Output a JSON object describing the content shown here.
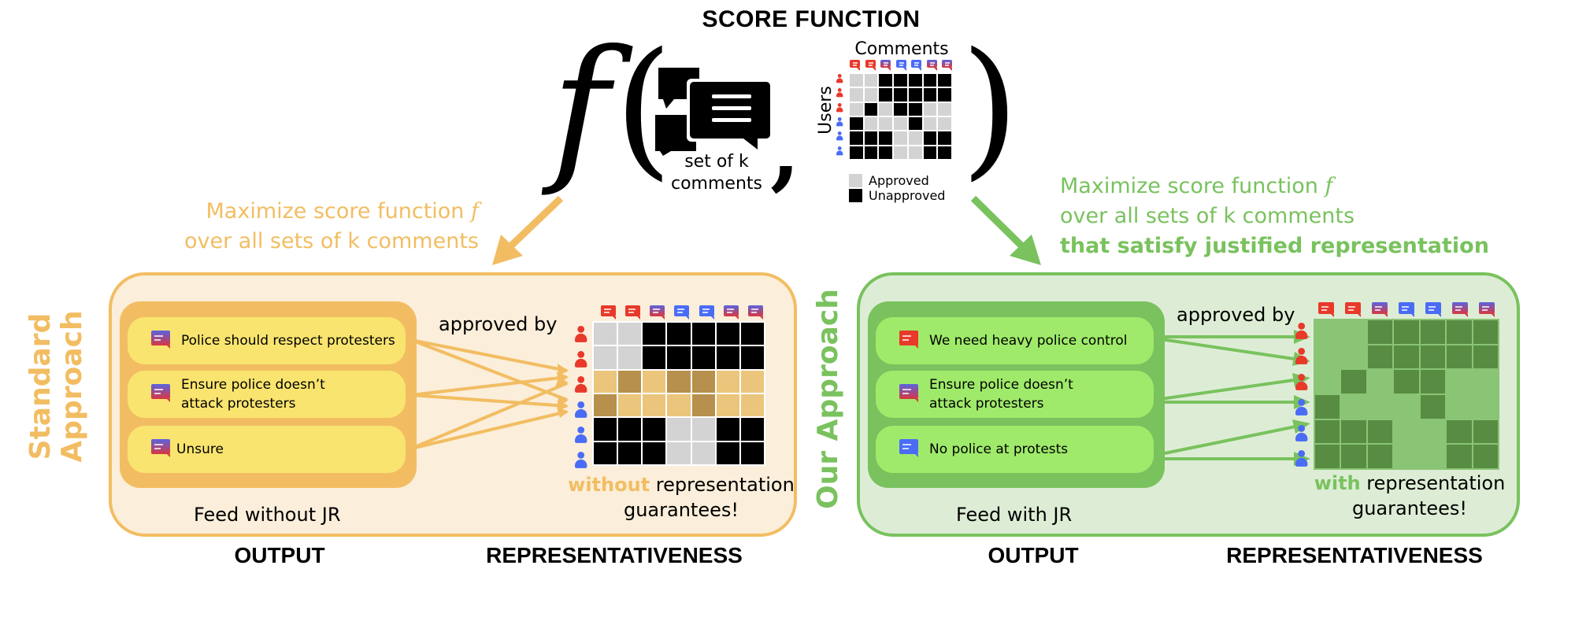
{
  "header": {
    "title": "SCORE FUNCTION",
    "function_symbol": "f",
    "open_paren": "(",
    "close_paren": ")",
    "comma": ",",
    "comments_set_label_line1": "set of k",
    "comments_set_label_line2": "comments",
    "matrix_title": "Comments",
    "matrix_axis_label": "Users",
    "legend": [
      {
        "label": "Approved",
        "color": "#D3D3D3"
      },
      {
        "label": "Unapproved",
        "color": "#000000"
      }
    ]
  },
  "colors": {
    "red": "#E8392A",
    "blue": "#4A6CF5",
    "purple_top": "#5A63E0",
    "purple_bottom": "#D9373F",
    "approved": "#D3D3D3",
    "unapproved": "#000000",
    "orange": "#F2BD62",
    "green": "#79C25E",
    "orange_highlight_approved": "#EBC57C",
    "orange_highlight_unapproved": "#B8904D",
    "green_approved": "#8AC475",
    "green_unapproved": "#578C42"
  },
  "approval_matrix": {
    "comment_groups": [
      "red",
      "red",
      "purple",
      "blue",
      "blue",
      "purple",
      "purple"
    ],
    "user_groups": [
      "red",
      "red",
      "red",
      "blue",
      "blue",
      "blue"
    ],
    "rows": [
      [
        1,
        1,
        0,
        0,
        0,
        0,
        0
      ],
      [
        1,
        1,
        0,
        0,
        0,
        0,
        0
      ],
      [
        1,
        0,
        1,
        0,
        0,
        1,
        1
      ],
      [
        0,
        1,
        1,
        1,
        0,
        1,
        1
      ],
      [
        0,
        0,
        0,
        1,
        1,
        0,
        0
      ],
      [
        0,
        0,
        0,
        1,
        1,
        0,
        0
      ]
    ]
  },
  "standard": {
    "instruction_line1": "Maximize score function ",
    "instruction_f": "f",
    "instruction_line2": "over all sets of k comments",
    "side_label_line1": "Standard",
    "side_label_line2": "Approach",
    "feed_items": [
      {
        "text": "Police should respect protesters",
        "group": "purple"
      },
      {
        "text": "Ensure police doesn’t attack protesters",
        "group": "purple"
      },
      {
        "text": "Unsure",
        "group": "purple"
      }
    ],
    "approved_by_label": "approved by",
    "feed_caption": "Feed without JR",
    "highlighted_rows": [
      2,
      3
    ],
    "result_emphasis": "without",
    "result_rest_line1": " representation",
    "result_line2": "guarantees!",
    "output_label": "OUTPUT",
    "representativeness_label": "REPRESENTATIVENESS"
  },
  "ours": {
    "instruction_line1": "Maximize score function ",
    "instruction_f": "f",
    "instruction_line2": "over all sets of k comments",
    "instruction_line3": "that satisfy justified representation",
    "side_label": "Our Approach",
    "feed_items": [
      {
        "text": "We need heavy police control",
        "group": "red"
      },
      {
        "text": "Ensure police doesn’t attack protesters",
        "group": "purple"
      },
      {
        "text": "No police at protests",
        "group": "blue"
      }
    ],
    "approved_by_label": "approved by",
    "feed_caption": "Feed with JR",
    "result_emphasis": "with",
    "result_rest_line1": " representation",
    "result_line2": "guarantees!",
    "output_label": "OUTPUT",
    "representativeness_label": "REPRESENTATIVENESS"
  }
}
